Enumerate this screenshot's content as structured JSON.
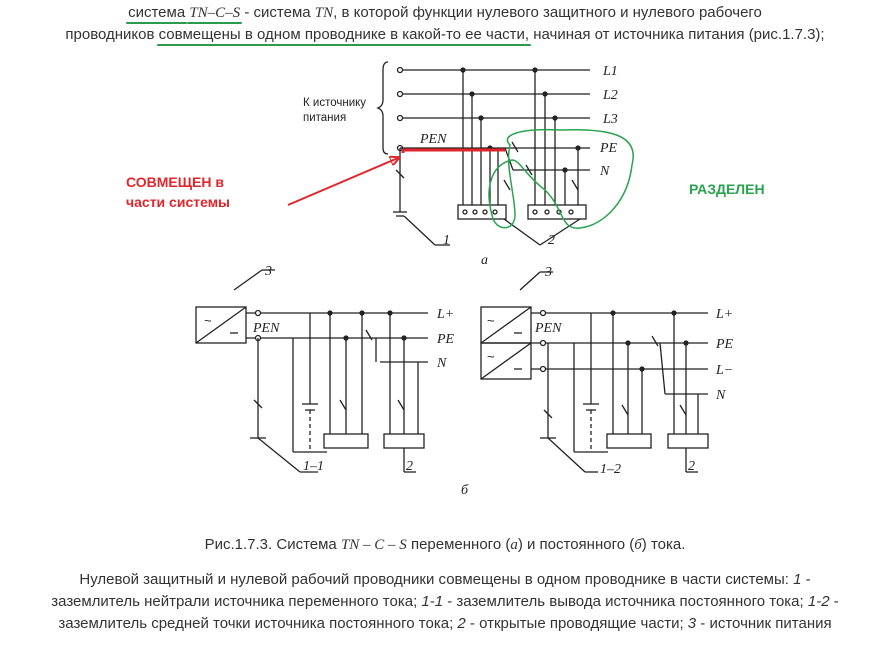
{
  "intro": {
    "term_prefix": "система",
    "term_formula": "TN–C–S",
    "text_a": " - система ",
    "term_tn": "TN",
    "text_b": ", в которой функции нулевого защитного и нулевого рабочего",
    "text_c": "проводников ",
    "highlight": "совмещены в одном проводнике в какой-то ее части,",
    "text_d": " начиная от источника питания (рис.1.7.3);"
  },
  "diagram": {
    "source_label_1": "К источнику",
    "source_label_2": "питания",
    "L1": "L1",
    "L2": "L2",
    "L3": "L3",
    "PEN": "PEN",
    "PE": "PE",
    "N": "N",
    "n1": "1",
    "n2": "2",
    "sub_a": "а",
    "combined_1": "СОВМЕЩЕН в",
    "combined_2": "части системы",
    "separated": "РАЗДЕЛЕН",
    "n3": "3",
    "Lplus": "L+",
    "Lminus": "L−",
    "n11": "1–1",
    "n12": "1–2",
    "sub_b": "б",
    "colors": {
      "red": "#e0262b",
      "green": "#2aa34f"
    }
  },
  "caption": {
    "prefix": "Рис.1.7.3. Система ",
    "formula": "TN – C – S",
    "mid": " переменного (",
    "a": "а",
    "mid2": ") и постоянного (",
    "b": "б",
    "suffix": ") тока."
  },
  "note": {
    "t1": "Нулевой защитный и нулевой рабочий проводники совмещены в одном проводнике в части системы: ",
    "i1": "1",
    "t2": " - заземлитель нейтрали источника переменного тока; ",
    "i2": "1-1",
    "t3": " - заземлитель вывода источника постоянного тока; ",
    "i3": "1-2",
    "t4": " - заземлитель средней точки источника постоянного тока; ",
    "i4": "2",
    "t5": " - открытые проводящие части; ",
    "i5": "3",
    "t6": " - источник питания"
  }
}
